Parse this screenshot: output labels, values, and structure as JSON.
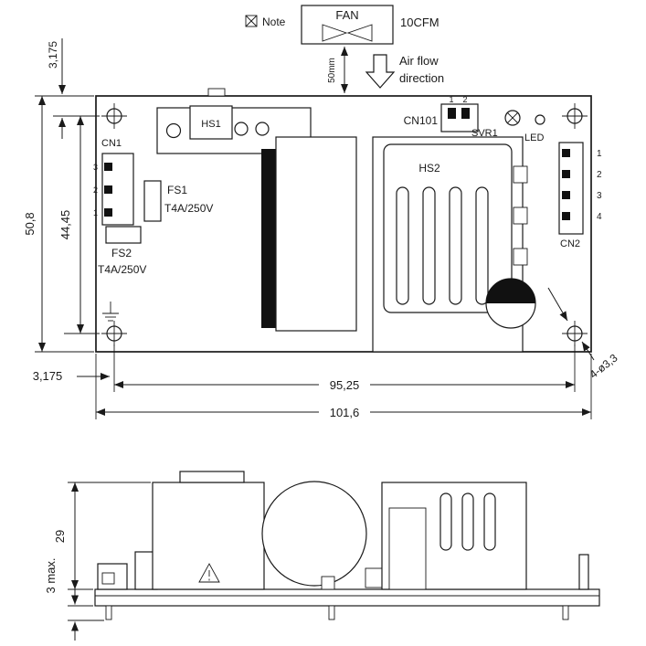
{
  "drawing": {
    "fan": {
      "label": "FAN",
      "note": "Note",
      "cfm": "10CFM",
      "gap": "50mm",
      "air1": "Air flow",
      "air2": "direction"
    },
    "top": {
      "cn1": "CN1",
      "hs1": "HS1",
      "hs2": "HS2",
      "fs1": "FS1",
      "fs1_rating": "T4A/250V",
      "fs2": "FS2",
      "fs2_rating": "T4A/250V",
      "cn101": "CN101",
      "svr1": "SVR1",
      "led": "LED",
      "cn2": "CN2",
      "hole_note": "4-ø3,3"
    },
    "pins": {
      "cn1": [
        "3",
        "2",
        "1"
      ],
      "cn101": [
        "1",
        "2"
      ],
      "cn2": [
        "1",
        "2",
        "3",
        "4"
      ]
    },
    "dims_top": {
      "offset_v": "3,175",
      "height": "50,8",
      "hole_span_v": "44,45",
      "offset_h": "3,175",
      "hole_span_h": "95,25",
      "width": "101,6"
    },
    "dims_side": {
      "height": "29",
      "pin_len": "3 max."
    }
  }
}
